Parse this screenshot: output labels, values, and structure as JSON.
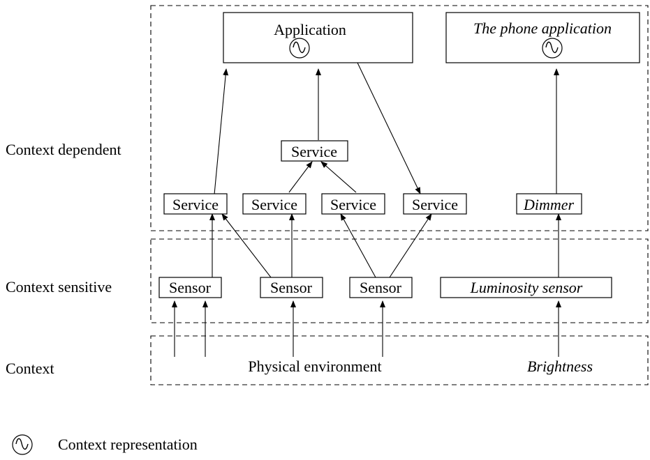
{
  "layers": {
    "dependent": "Context dependent",
    "sensitive": "Context sensitive",
    "context": "Context"
  },
  "apps": {
    "application": "Application",
    "phone": "The phone application"
  },
  "services": {
    "service": "Service",
    "dimmer": "Dimmer"
  },
  "sensors": {
    "sensor": "Sensor",
    "luminosity": "Luminosity sensor"
  },
  "context": {
    "physical": "Physical environment",
    "brightness": "Brightness"
  },
  "legend": {
    "icon": "context-representation-icon",
    "label": "Context representation"
  }
}
